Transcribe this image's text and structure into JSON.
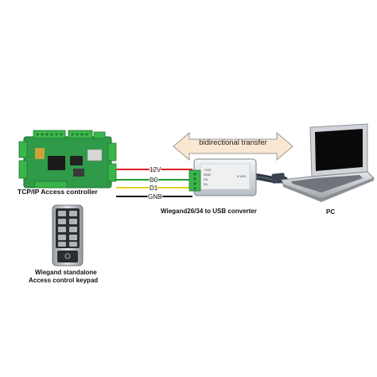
{
  "devices": {
    "controller_label": "TCP/IP Access controller",
    "converter_label": "Wiegand26/34 to USB converter",
    "pc_label": "PC",
    "keypad_label_line1": "Wiegand standalone",
    "keypad_label_line2": "Access control keypad"
  },
  "transfer": {
    "label": "bidirectional transfer"
  },
  "wires": [
    {
      "label": "12V",
      "color": "#e02020"
    },
    {
      "label": "D0",
      "color": "#1a9a2a"
    },
    {
      "label": "D1",
      "color": "#e8d020"
    },
    {
      "label": "GND",
      "color": "#111111"
    }
  ],
  "converter_terminals": [
    "+12V",
    "GND",
    "D0",
    "D1",
    "5 VDC"
  ],
  "colors": {
    "board_green": "#2f9a48",
    "terminal_green": "#3ab54a",
    "arrow_fill": "#fbe6d2",
    "arrow_stroke": "#9a9a9a",
    "usb_cable": "#2c3440",
    "laptop_body": "#c8ccd0",
    "laptop_screen": "#0a0a0a",
    "keypad_body": "#bfc4c8"
  }
}
